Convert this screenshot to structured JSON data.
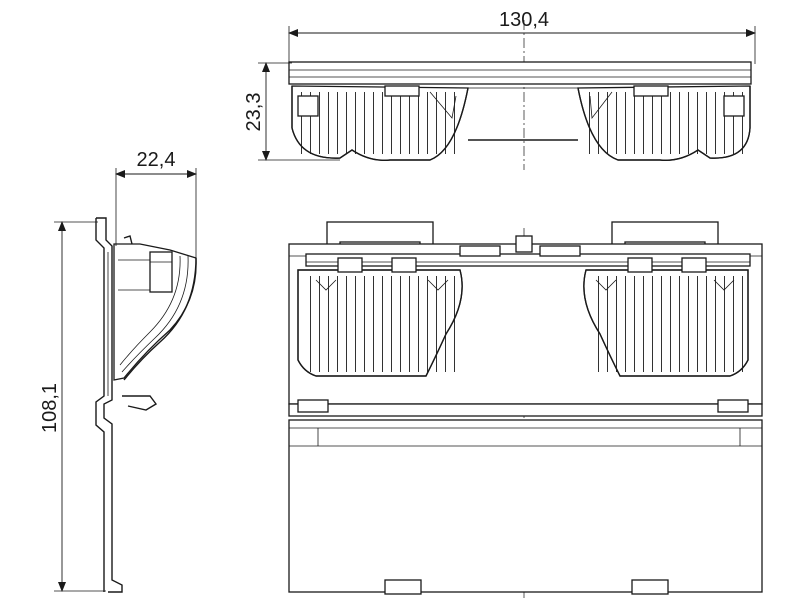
{
  "dimensions": {
    "width_total": "130,4",
    "height_top_view": "23,3",
    "depth_side": "22,4",
    "height_total": "108,1"
  }
}
